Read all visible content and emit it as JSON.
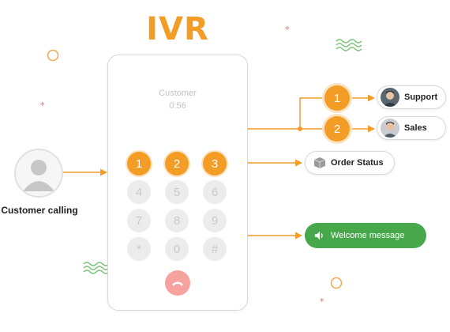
{
  "title": "IVR",
  "customer": {
    "label": "Customer calling",
    "icon": "person-avatar-icon"
  },
  "phone": {
    "caller_name": "Customer",
    "call_time": "0:56",
    "keys": [
      "1",
      "2",
      "3",
      "4",
      "5",
      "6",
      "7",
      "8",
      "9",
      "*",
      "0",
      "#"
    ],
    "active_keys": [
      "1",
      "2",
      "3"
    ],
    "hangup_icon": "phone-hangup-icon"
  },
  "menu": {
    "branch_1": {
      "number": "1",
      "label": "Support"
    },
    "branch_2": {
      "number": "2",
      "label": "Sales"
    },
    "order_status": {
      "label": "Order Status",
      "icon": "box-icon"
    },
    "welcome": {
      "label": "Welcome message",
      "icon": "speaker-icon"
    }
  },
  "colors": {
    "accent": "#f39c26",
    "accent_light": "#fde2bf",
    "green": "#46a84a",
    "hangup": "#f6a3a0",
    "key_inactive": "#ececec",
    "decor_green": "#7cc47a",
    "decor_red": "#f26b5b"
  }
}
